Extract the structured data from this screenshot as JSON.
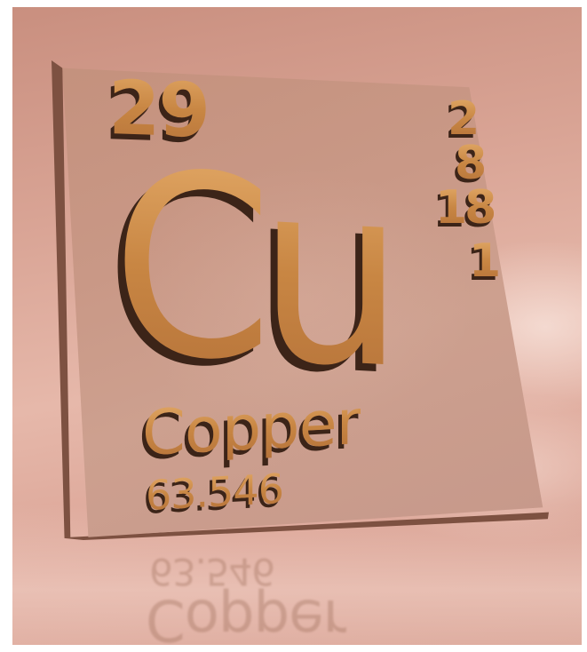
{
  "element": {
    "atomic_number": "29",
    "symbol": "Cu",
    "name": "Copper",
    "atomic_mass": "63.546",
    "electron_shells": [
      "2",
      "8",
      "18",
      "1"
    ]
  },
  "colors": {
    "background": "#dba496",
    "tile_face": "#c99886",
    "engraving": "#c98a4a",
    "tile_edge": "#7d5141"
  }
}
